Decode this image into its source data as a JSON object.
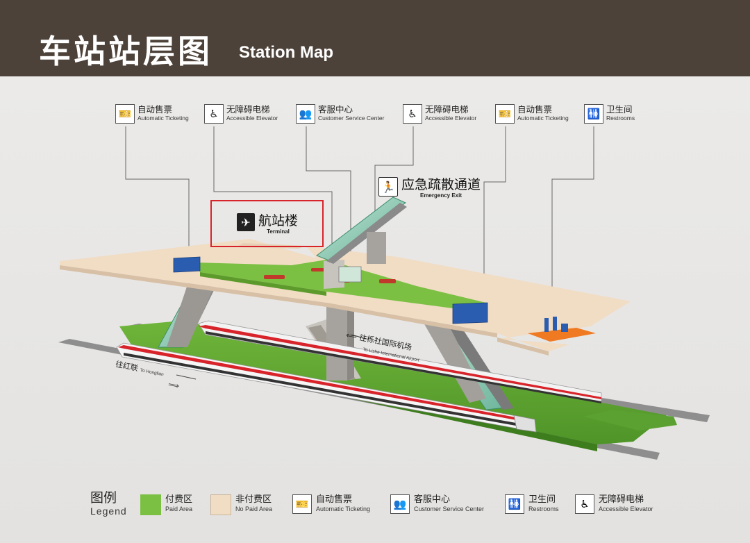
{
  "header": {
    "title_cn": "车站站层图",
    "title_en": "Station Map"
  },
  "signs": [
    {
      "id": "ticketing-1",
      "icon": "ticket-machine-icon",
      "glyph": "🎫",
      "cn": "自动售票",
      "en": "Automatic Ticketing"
    },
    {
      "id": "elevator-1",
      "icon": "accessible-elevator-icon",
      "glyph": "♿",
      "cn": "无障碍电梯",
      "en": "Accessible Elevator"
    },
    {
      "id": "service-1",
      "icon": "customer-service-icon",
      "glyph": "👥",
      "cn": "客服中心",
      "en": "Customer Service Center"
    },
    {
      "id": "elevator-2",
      "icon": "accessible-elevator-icon",
      "glyph": "♿",
      "cn": "无障碍电梯",
      "en": "Accessible Elevator"
    },
    {
      "id": "ticketing-2",
      "icon": "ticket-machine-icon",
      "glyph": "🎫",
      "cn": "自动售票",
      "en": "Automatic Ticketing"
    },
    {
      "id": "restrooms-1",
      "icon": "restroom-icon",
      "glyph": "🚻",
      "cn": "卫生间",
      "en": "Restrooms"
    }
  ],
  "emergency_exit": {
    "icon": "emergency-exit-icon",
    "glyph": "🏃",
    "cn": "应急疏散通道",
    "en": "Emergency Exit"
  },
  "terminal": {
    "icon": "airplane-icon",
    "glyph": "✈",
    "cn": "航站楼",
    "en": "Terminal"
  },
  "directions": [
    {
      "cn": "往栎社国际机场",
      "en": "To Lishe International Airport",
      "arrow": "⟸"
    },
    {
      "cn": "往红联",
      "en": "To Honglian",
      "arrow": "⟹"
    }
  ],
  "legend": {
    "title_cn": "图例",
    "title_en": "Legend",
    "items": [
      {
        "kind": "swatch",
        "color": "#7bc043",
        "cn": "付费区",
        "en": "Paid Area"
      },
      {
        "kind": "swatch",
        "color": "#f1dcc4",
        "cn": "非付费区",
        "en": "No Paid Area"
      },
      {
        "kind": "icon",
        "icon": "ticket-machine-icon",
        "glyph": "🎫",
        "cn": "自动售票",
        "en": "Automatic Ticketing"
      },
      {
        "kind": "icon",
        "icon": "customer-service-icon",
        "glyph": "👥",
        "cn": "客服中心",
        "en": "Customer Service Center"
      },
      {
        "kind": "icon",
        "icon": "restroom-icon",
        "glyph": "🚻",
        "cn": "卫生间",
        "en": "Restrooms"
      },
      {
        "kind": "icon",
        "icon": "accessible-elevator-icon",
        "glyph": "♿",
        "cn": "无障碍电梯",
        "en": "Accessible Elevator"
      }
    ]
  },
  "colors": {
    "header_bg": "#4d4239",
    "paid_area": "#7bc043",
    "unpaid_area": "#f1dcc4",
    "highlight": "#d8232a",
    "train_stripe": "#d8232a",
    "restroom_zone": "#ef7a22",
    "ticket_machines": "#2a5db0"
  }
}
